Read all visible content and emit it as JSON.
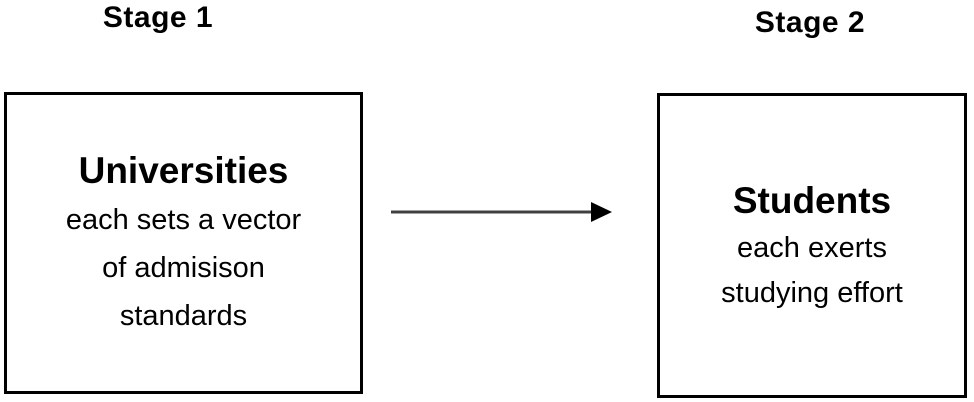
{
  "colors": {
    "background": "#ffffff",
    "text": "#000000",
    "box_border": "#000000",
    "arrow_line": "#404040",
    "arrow_head": "#000000"
  },
  "diagram": {
    "stages": [
      {
        "label": "Stage 1"
      },
      {
        "label": "Stage 2"
      }
    ],
    "nodes": [
      {
        "title": "Universities",
        "description_lines": [
          "each sets a vector",
          "of admisison",
          "standards"
        ]
      },
      {
        "title": "Students",
        "description_lines": [
          "each exerts",
          "studying effort"
        ]
      }
    ],
    "connector": {
      "from": "Universities",
      "to": "Students",
      "direction": "right"
    }
  }
}
